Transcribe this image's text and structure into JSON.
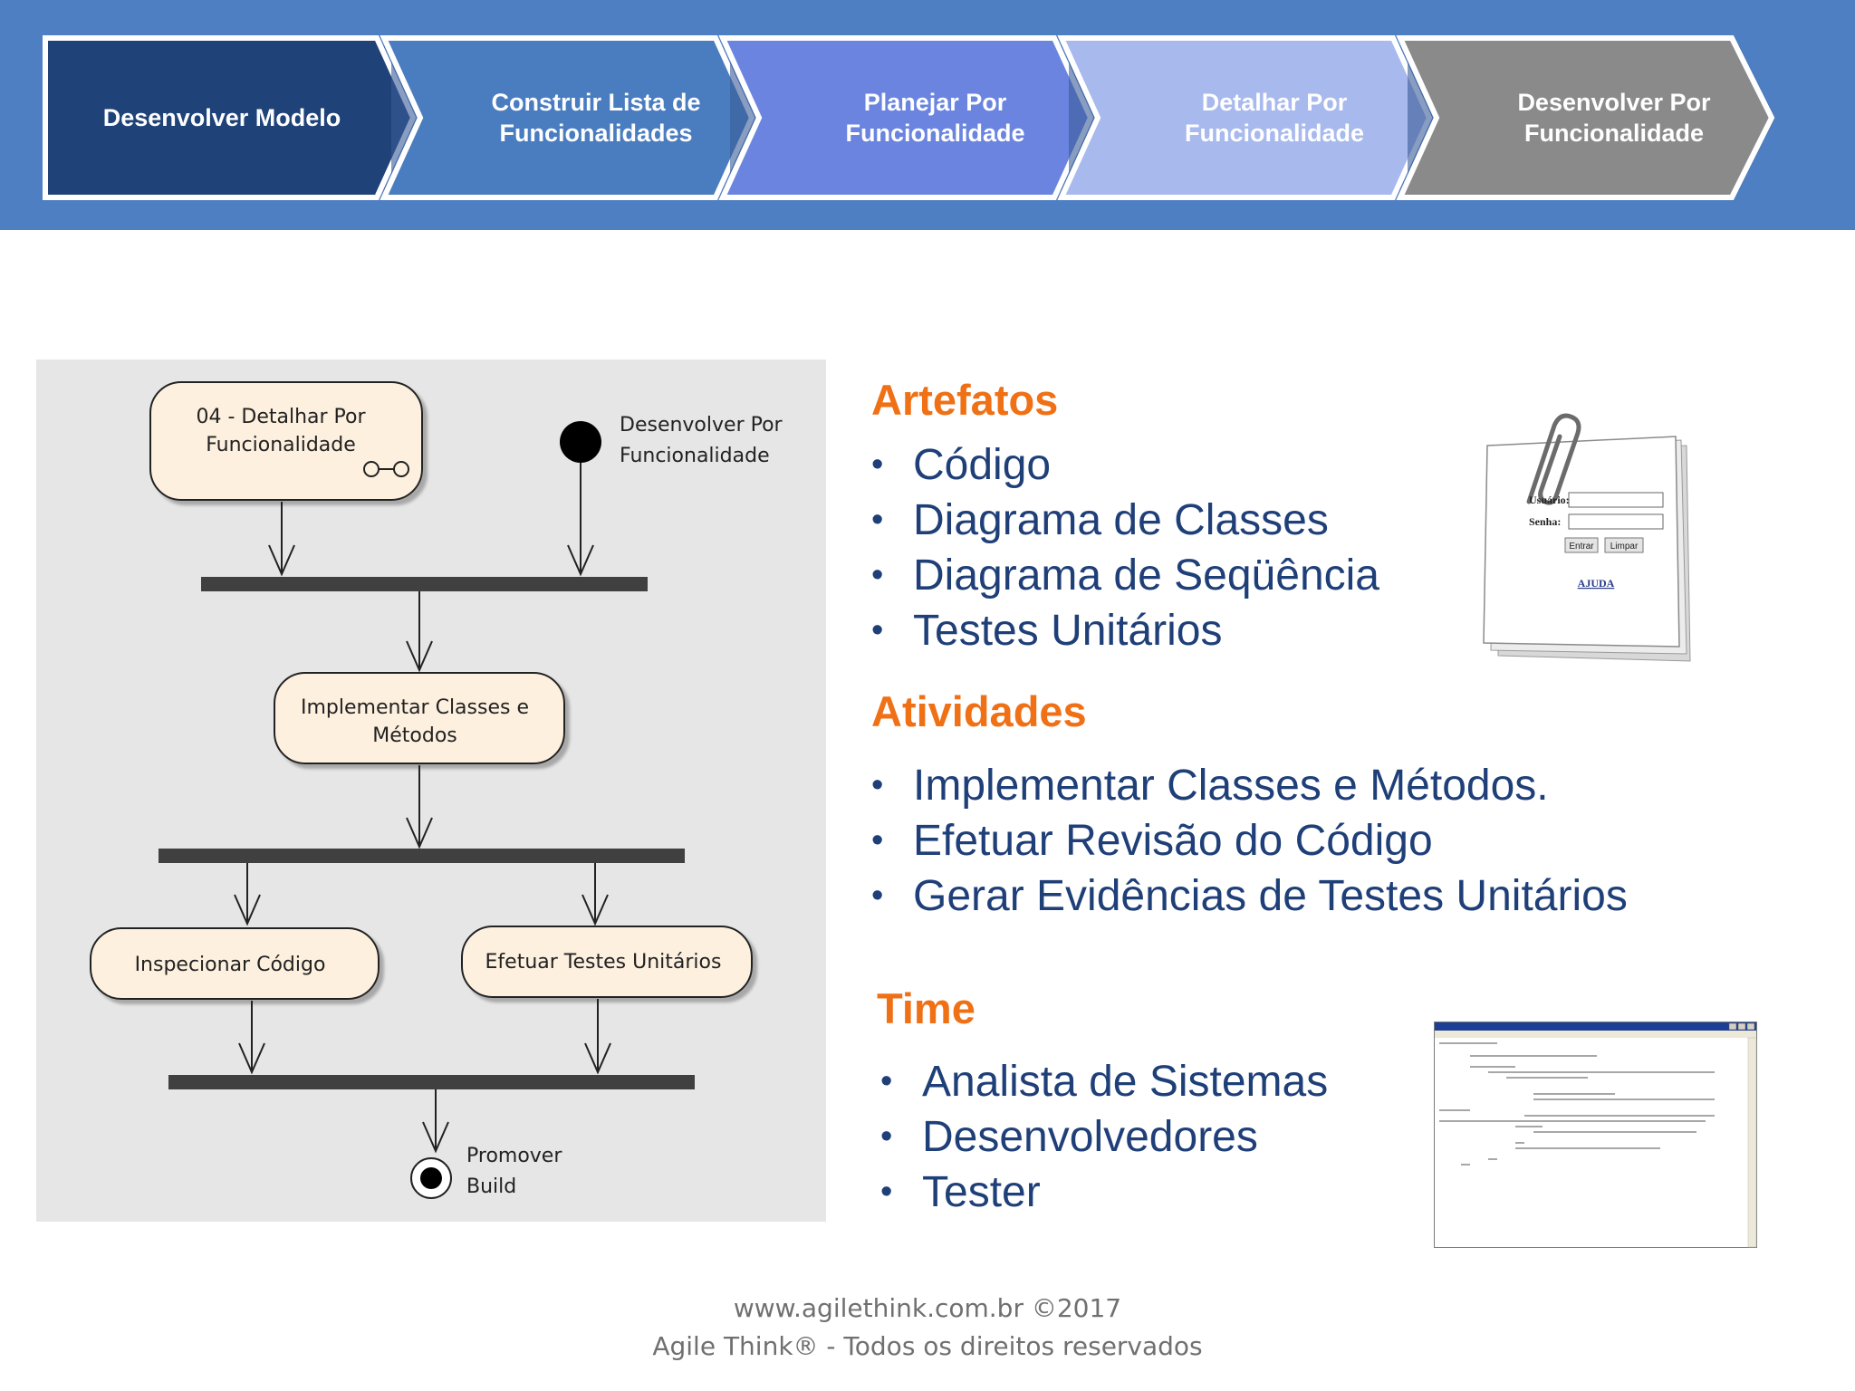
{
  "process_steps": [
    {
      "label": "Desenvolver Modelo",
      "color": "#1f4278"
    },
    {
      "label": "Construir Lista de Funcionalidades",
      "color": "#4a7dc0"
    },
    {
      "label": "Planejar Por Funcionalidade",
      "color": "#6a84e0"
    },
    {
      "label": "Detalhar Por Funcionalidade",
      "color": "#a8b9ee"
    },
    {
      "label": "Desenvolver Por Funcionalidade",
      "color": "#8a8a8a"
    }
  ],
  "diagram": {
    "nodes": {
      "detalhar_line1": "04 - Detalhar Por",
      "detalhar_line2": "Funcionalidade",
      "start_line1": "Desenvolver Por",
      "start_line2": "Funcionalidade",
      "implementar_line1": "Implementar Classes e",
      "implementar_line2": "Métodos",
      "inspecionar": "Inspecionar Código",
      "testes": "Efetuar Testes Unitários",
      "promover_line1": "Promover",
      "promover_line2": "Build"
    }
  },
  "artefatos": {
    "title": "Artefatos",
    "items": [
      "Código",
      "Diagrama de Classes",
      "Diagrama de Seqüência",
      "Testes Unitários"
    ]
  },
  "atividades": {
    "title": "Atividades",
    "items": [
      "Implementar Classes e Métodos.",
      "Efetuar Revisão do Código",
      "Gerar Evidências de Testes Unitários"
    ]
  },
  "time": {
    "title": "Time",
    "items": [
      "Analista de Sistemas",
      "Desenvolvedores",
      "Tester"
    ]
  },
  "login_illustration": {
    "usuario_label": "Usuário:",
    "senha_label": "Senha:",
    "entrar_button": "Entrar",
    "limpar_button": "Limpar",
    "ajuda_link": "AJUDA"
  },
  "footer": {
    "line1": "www.agilethink.com.br ©2017",
    "line2": "Agile Think® - Todos os direitos reservados"
  },
  "colors": {
    "banner": "#4f7fc3",
    "section_title": "#f07016",
    "bullet_text": "#1f3f78",
    "diagram_bg": "#e6e6e6",
    "node_fill": "#fdf0df"
  }
}
